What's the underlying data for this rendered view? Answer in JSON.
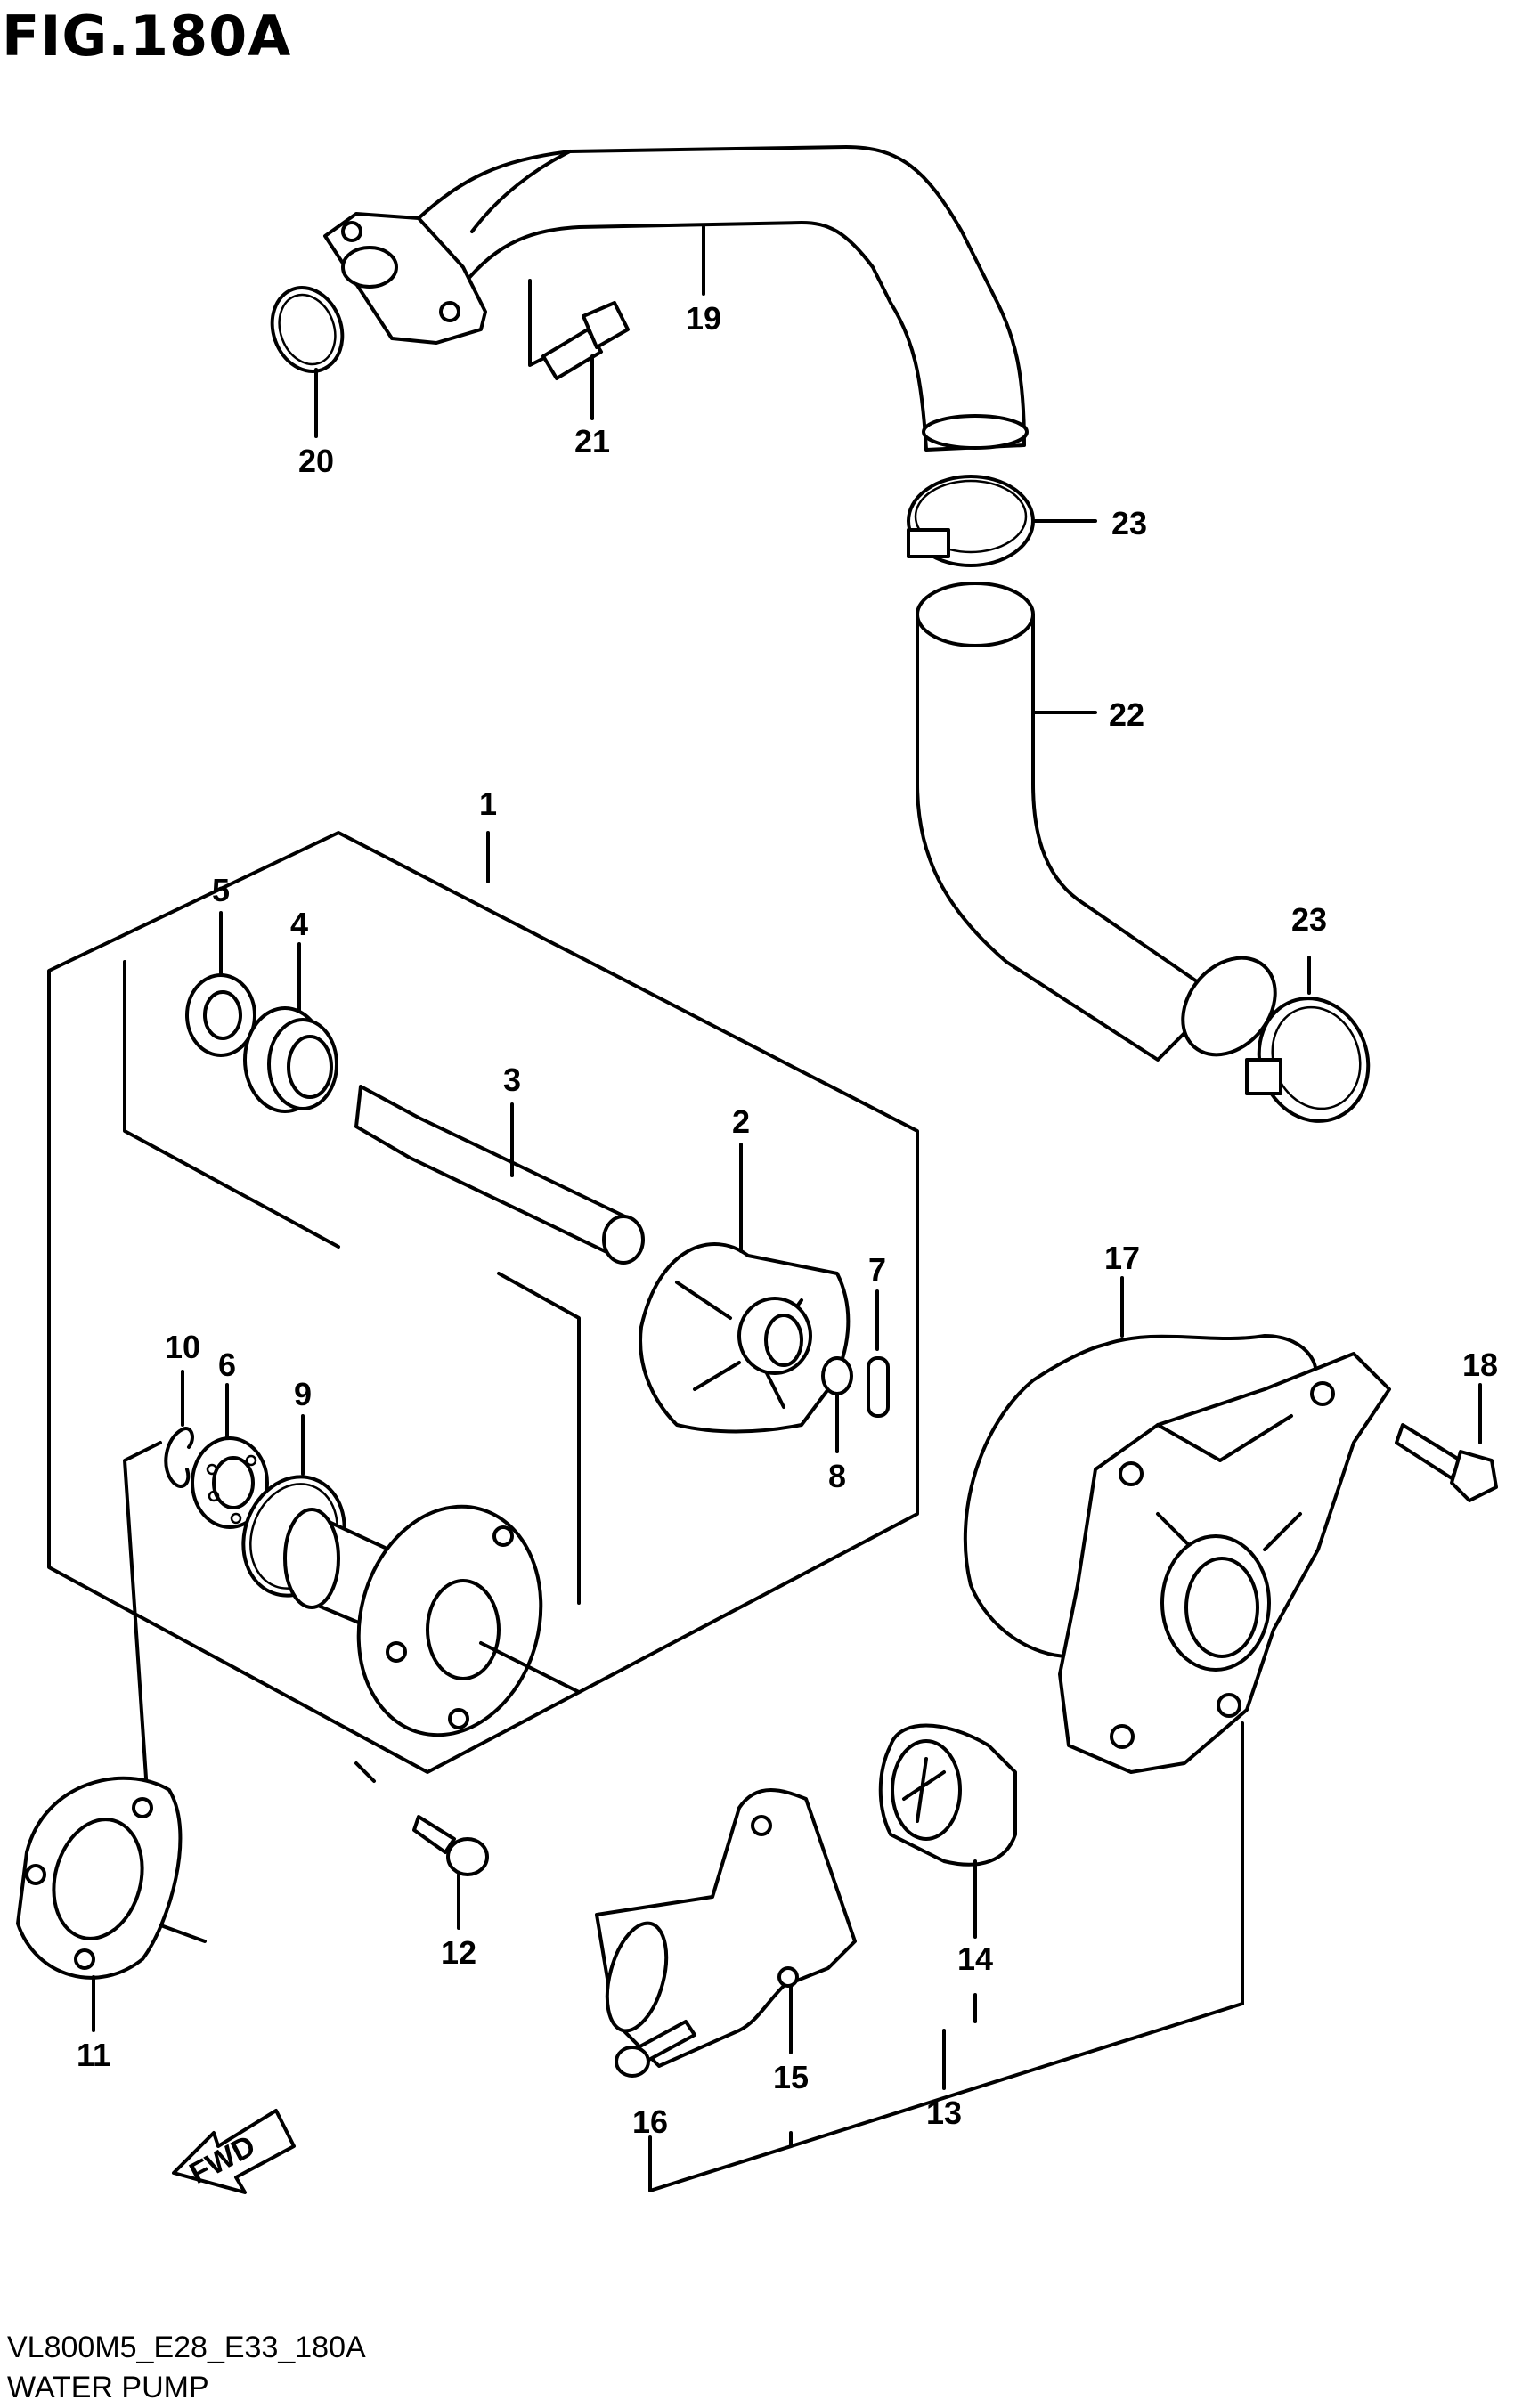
{
  "figure": {
    "title": "FIG.180A",
    "code": "VL800M5_E28_E33_180A",
    "name": "WATER PUMP"
  },
  "callouts": [
    {
      "id": "c1",
      "label": "1"
    },
    {
      "id": "c2",
      "label": "2"
    },
    {
      "id": "c3",
      "label": "3"
    },
    {
      "id": "c4",
      "label": "4"
    },
    {
      "id": "c5",
      "label": "5"
    },
    {
      "id": "c6",
      "label": "6"
    },
    {
      "id": "c7",
      "label": "7"
    },
    {
      "id": "c8",
      "label": "8"
    },
    {
      "id": "c9",
      "label": "9"
    },
    {
      "id": "c10",
      "label": "10"
    },
    {
      "id": "c11",
      "label": "11"
    },
    {
      "id": "c12",
      "label": "12"
    },
    {
      "id": "c13",
      "label": "13"
    },
    {
      "id": "c14",
      "label": "14"
    },
    {
      "id": "c15",
      "label": "15"
    },
    {
      "id": "c16",
      "label": "16"
    },
    {
      "id": "c17",
      "label": "17"
    },
    {
      "id": "c18",
      "label": "18"
    },
    {
      "id": "c19",
      "label": "19"
    },
    {
      "id": "c20",
      "label": "20"
    },
    {
      "id": "c21",
      "label": "21"
    },
    {
      "id": "c22",
      "label": "22"
    },
    {
      "id": "c23a",
      "label": "23"
    },
    {
      "id": "c23b",
      "label": "23"
    }
  ],
  "direction_arrow": {
    "label": "FWD",
    "icon": "forward-arrow-icon"
  }
}
